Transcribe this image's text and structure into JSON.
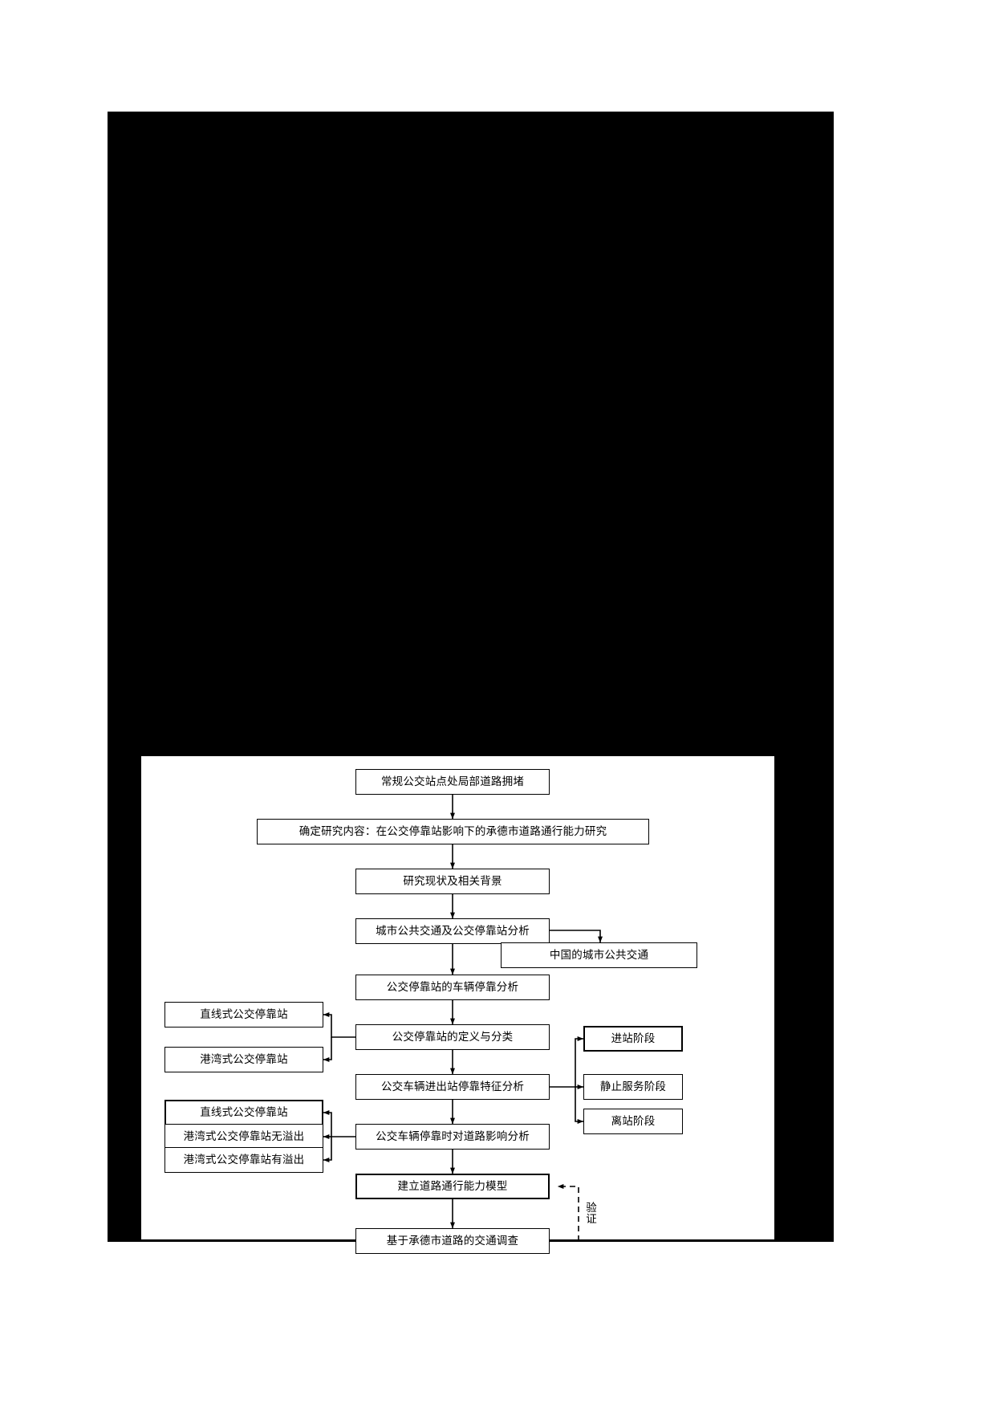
{
  "page": {
    "background_color": "#ffffff",
    "redacted_block_color": "#000000"
  },
  "flowchart": {
    "title": "",
    "line_color": "#000000",
    "box_fill": "#ffffff",
    "nodes": [
      {
        "id": "n1",
        "label": "常规公交站点处局部道路拥堵"
      },
      {
        "id": "n2",
        "label": "确定研究内容：在公交停靠站影响下的承德市道路通行能力研究"
      },
      {
        "id": "n3",
        "label": "研究现状及相关背景"
      },
      {
        "id": "n4",
        "label": "城市公共交通及公交停靠站分析"
      },
      {
        "id": "n5",
        "label": "中国的城市公共交通"
      },
      {
        "id": "n6",
        "label": "公交停靠站的车辆停靠分析"
      },
      {
        "id": "n7",
        "label": "公交停靠站的定义与分类"
      },
      {
        "id": "n8",
        "label": "直线式公交停靠站"
      },
      {
        "id": "n9",
        "label": "港湾式公交停靠站"
      },
      {
        "id": "n10",
        "label": "公交车辆进出站停靠特征分析"
      },
      {
        "id": "n11",
        "label": "进站阶段"
      },
      {
        "id": "n12",
        "label": "静止服务阶段"
      },
      {
        "id": "n13",
        "label": "离站阶段"
      },
      {
        "id": "n14",
        "label": "公交车辆停靠时对道路影响分析"
      },
      {
        "id": "n15",
        "label": "直线式公交停靠站"
      },
      {
        "id": "n16",
        "label": "港湾式公交停靠站无溢出"
      },
      {
        "id": "n17",
        "label": "港湾式公交停靠站有溢出"
      },
      {
        "id": "n18",
        "label": "建立道路通行能力模型"
      },
      {
        "id": "n19",
        "label": "基于承德市道路的交通调查"
      }
    ],
    "edge_labels": [
      {
        "id": "e1",
        "label": "验证"
      }
    ]
  }
}
